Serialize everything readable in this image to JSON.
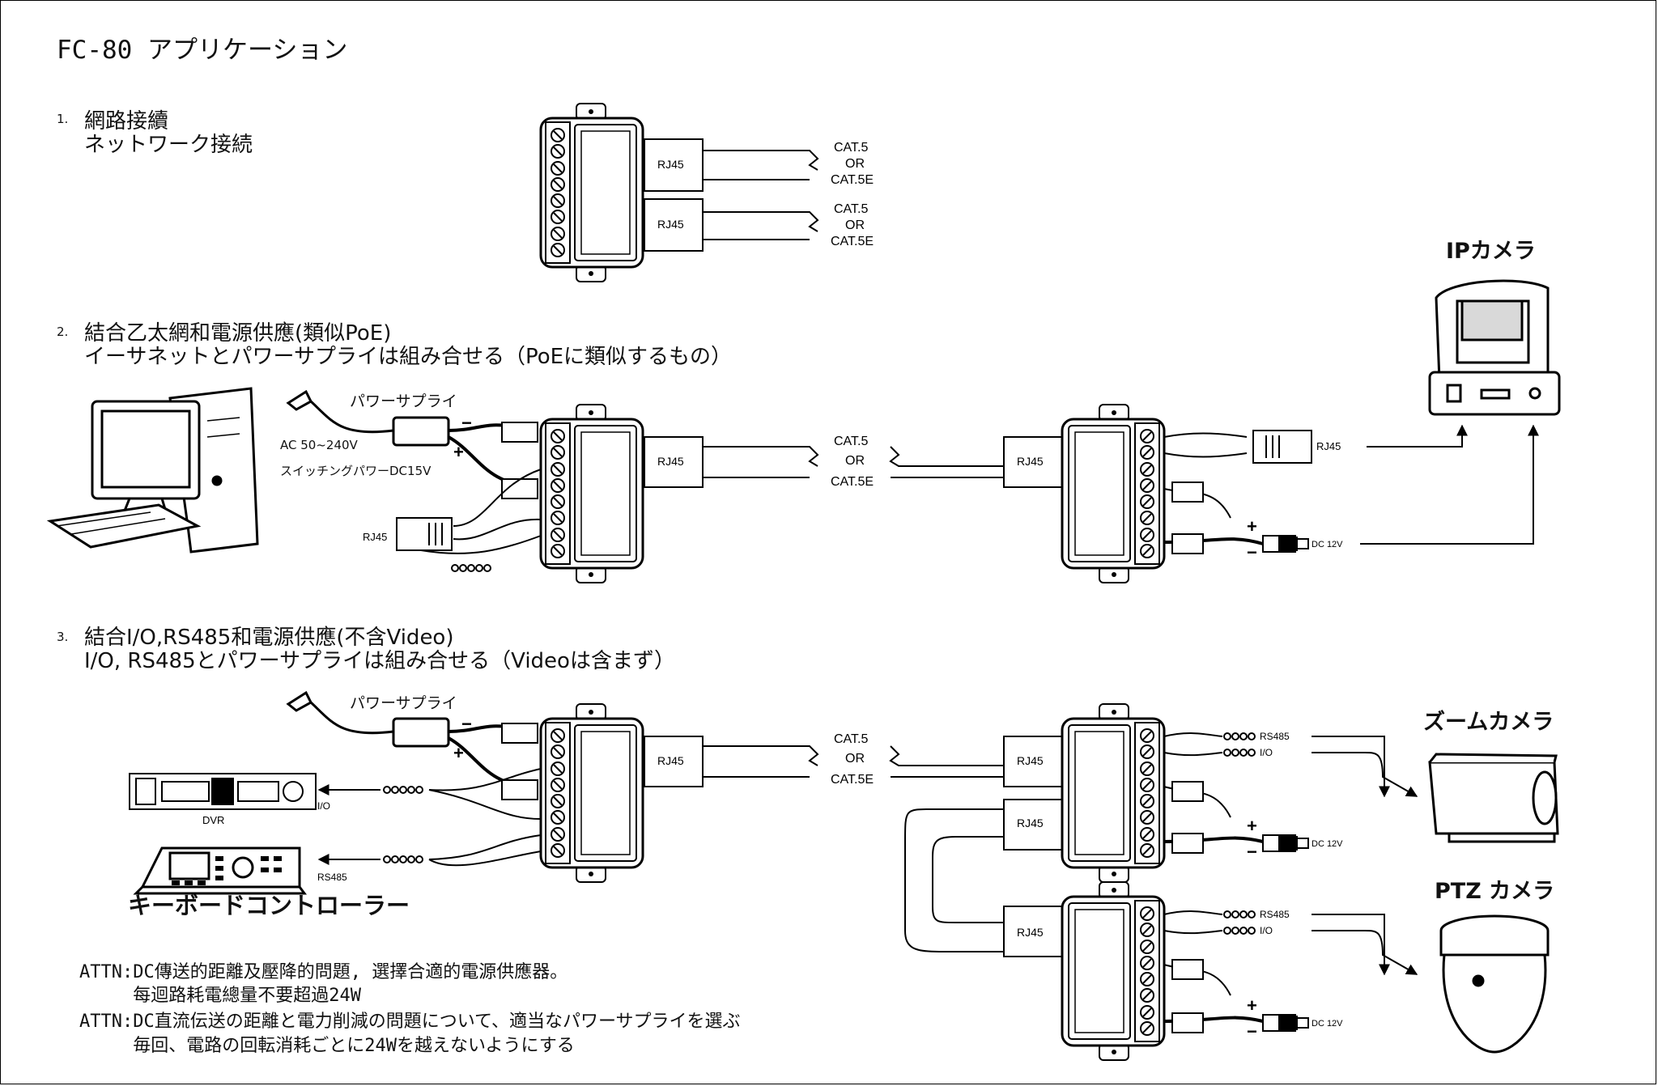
{
  "title": "FC-80 アプリケーション",
  "sections": [
    {
      "num": "1.",
      "line1": "網路接續",
      "line2": "ネットワーク接続"
    },
    {
      "num": "2.",
      "line1": "結合乙太網和電源供應(類似PoE)",
      "line2": "イーサネットとパワーサプライは組み合せる（PoEに類似するもの）"
    },
    {
      "num": "3.",
      "line1": "結合I/O,RS485和電源供應(不含Video)",
      "line2": "I/O, RS485とパワーサプライは組み合せる（Videoは含まず）"
    }
  ],
  "labels": {
    "rj45": "RJ45",
    "cat5": "CAT.5",
    "or": "OR",
    "cat5e": "CAT.5E",
    "ip_camera": "IPカメラ",
    "zoom_camera": "ズームカメラ",
    "ptz_camera": "PTZ カメラ",
    "power_supply": "パワーサプライ",
    "ac_input": "AC 50~240V",
    "switching_power": "スイッチングパワーDC15V",
    "dc12v": "DC 12V",
    "dvr": "DVR",
    "io": "I/O",
    "rs485": "RS485",
    "keyboard_controller": "キーボードコントローラー",
    "plus": "+",
    "minus": "−"
  },
  "notes": [
    "ATTN:DC傳送的距離及壓降的問題, 選擇合適的電源供應器。",
    "     每迴路耗電總量不要超過24W",
    "ATTN:DC直流伝送の距離と電力削減の問題について、適当なパワーサプライを選ぶ",
    "     毎回、電路の回転消耗ごとに24Wを越えないようにする"
  ]
}
